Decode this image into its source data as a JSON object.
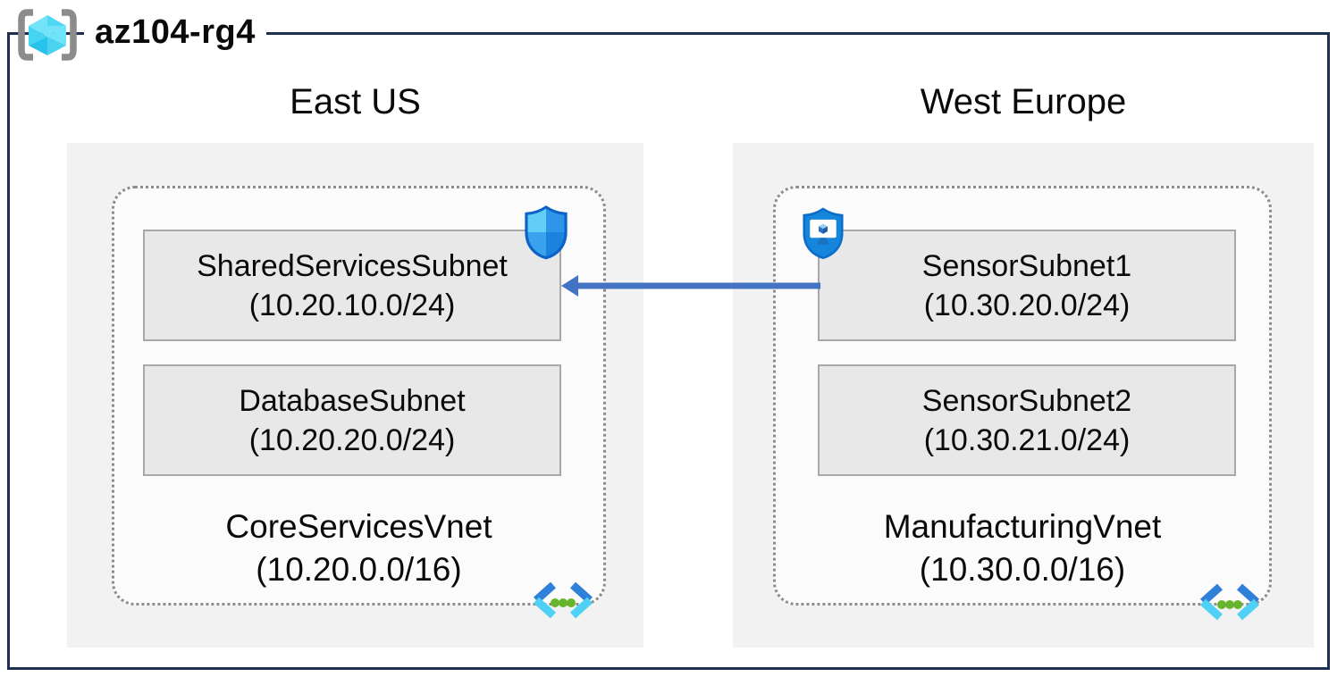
{
  "title": "az104-rg4",
  "colors": {
    "frame": "#1e2f4f",
    "region_bg": "#f2f2f2",
    "vnet_bg": "#fbfbfb",
    "vnet_dotted_border": "#8c8c8c",
    "subnet_bg": "#e8e8e8",
    "subnet_border": "#a8a8a8",
    "arrow": "#4472c4",
    "vnet_icon_green": "#68b42c",
    "vnet_icon_blue": "#2f80d9",
    "vnet_icon_cyan": "#4fd0f5",
    "shield_blue": "#1586dc"
  },
  "regions": [
    {
      "name": "East US",
      "vnet": {
        "name": "CoreServicesVnet",
        "cidr": "(10.20.0.0/16)"
      },
      "subnets": [
        {
          "name": "SharedServicesSubnet",
          "cidr": "(10.20.10.0/24)"
        },
        {
          "name": "DatabaseSubnet",
          "cidr": "(10.20.20.0/24)"
        }
      ]
    },
    {
      "name": "West Europe",
      "vnet": {
        "name": "ManufacturingVnet",
        "cidr": "(10.30.0.0/16)"
      },
      "subnets": [
        {
          "name": "SensorSubnet1",
          "cidr": "(10.30.20.0/24)"
        },
        {
          "name": "SensorSubnet2",
          "cidr": "(10.30.21.0/24)"
        }
      ]
    }
  ],
  "icons": {
    "resource_group": "resource-group-brackets-cube",
    "shield_quartered": "defender-shield",
    "shield_monitor": "shield-with-monitor-cube",
    "virtual_network": "chevrons-with-green-dots"
  },
  "connection": {
    "from": "SensorSubnet1",
    "to": "SharedServicesSubnet",
    "direction": "right-to-left"
  }
}
